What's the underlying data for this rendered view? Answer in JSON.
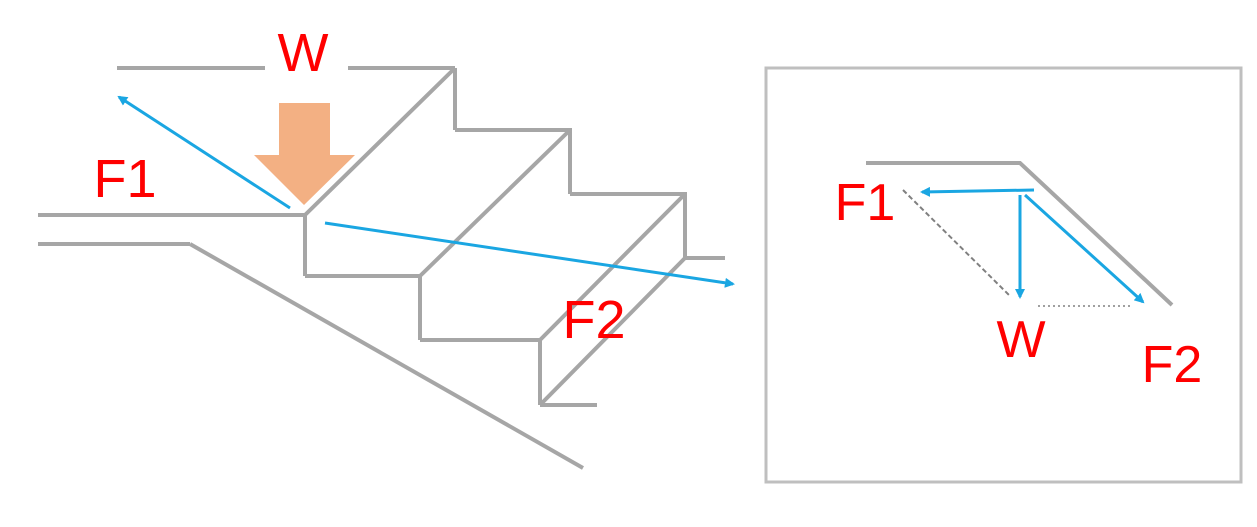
{
  "colors": {
    "stair_line": "#a6a6a6",
    "force_arrow": "#1aa6e2",
    "weight_arrow": "#f3b083",
    "label_red": "#ff0000",
    "guide_line": "#808080"
  },
  "stair_diagram": {
    "weight_label": "W",
    "force1_label": "F1",
    "force2_label": "F2"
  },
  "inset_diagram": {
    "weight_label": "W",
    "force1_label": "F1",
    "force2_label": "F2"
  }
}
